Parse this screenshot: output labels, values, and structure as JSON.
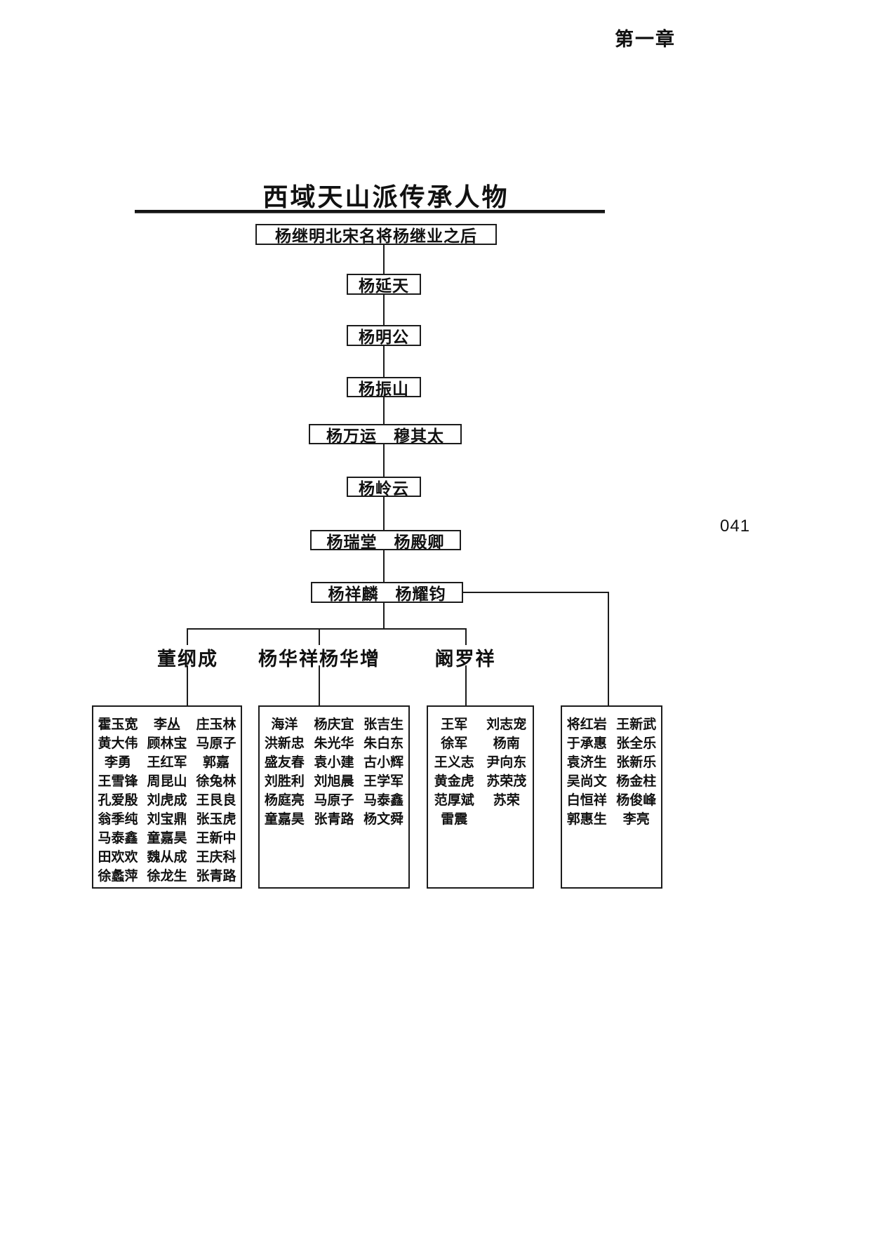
{
  "page": {
    "chapter_label": "第一章",
    "page_number": "041"
  },
  "chart": {
    "title": "西域天山派传承人物",
    "root_label": "杨继明北宋名将杨继业之后",
    "generations": [
      "杨延天",
      "杨明公",
      "杨振山",
      "杨万运　穆其太",
      "杨岭云",
      "杨瑞堂　杨殿卿",
      "杨祥麟　杨耀钧"
    ],
    "branches": [
      {
        "label": "董纲成"
      },
      {
        "label": "杨华祥杨华增"
      },
      {
        "label": "阚罗祥"
      }
    ],
    "groups": [
      {
        "rows": [
          [
            "霍玉宽",
            "李丛",
            "庄玉林"
          ],
          [
            "黄大伟",
            "顾林宝",
            "马原子"
          ],
          [
            "李勇",
            "王红军",
            "郭嘉"
          ],
          [
            "王雪锋",
            "周昆山",
            "徐兔林"
          ],
          [
            "孔爱殷",
            "刘虎成",
            "王艮良"
          ],
          [
            "翁季纯",
            "刘宝鼎",
            "张玉虎"
          ],
          [
            "马泰鑫",
            "童嘉昊",
            "王新中"
          ],
          [
            "田欢欢",
            "魏从成",
            "王庆科"
          ],
          [
            "徐蠡萍",
            "徐龙生",
            "张青路"
          ]
        ]
      },
      {
        "rows": [
          [
            "海洋",
            "杨庆宜",
            "张吉生"
          ],
          [
            "洪新忠",
            "朱光华",
            "朱白东"
          ],
          [
            "盛友春",
            "袁小建",
            "古小辉"
          ],
          [
            "刘胜利",
            "刘旭晨",
            "王学军"
          ],
          [
            "杨庭亮",
            "马原子",
            "马泰鑫"
          ],
          [
            "童嘉昊",
            "张青路",
            "杨文舜"
          ]
        ]
      },
      {
        "rows": [
          [
            "王军",
            "刘志宠"
          ],
          [
            "徐军",
            "杨南"
          ],
          [
            "王义志",
            "尹向东"
          ],
          [
            "黄金虎",
            "苏荣茂"
          ],
          [
            "范厚斌",
            "苏荣"
          ],
          [
            "雷震"
          ]
        ]
      },
      {
        "rows": [
          [
            "将红岩",
            "王新武"
          ],
          [
            "于承惠",
            "张全乐"
          ],
          [
            "袁济生",
            "张新乐"
          ],
          [
            "吴尚文",
            "杨金柱"
          ],
          [
            "白恒祥",
            "杨俊峰"
          ],
          [
            "郭惠生",
            "李亮"
          ]
        ]
      }
    ]
  }
}
